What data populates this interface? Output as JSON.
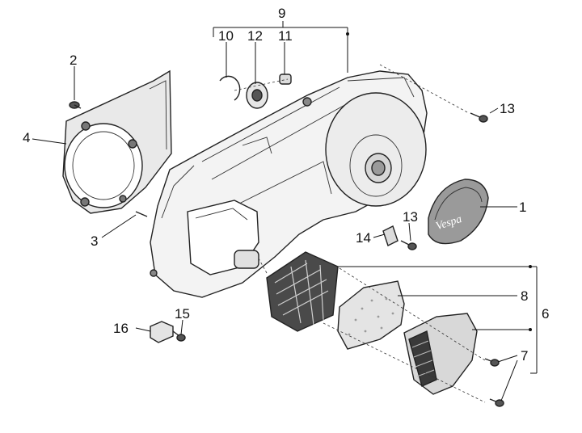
{
  "labels": {
    "l1": "1",
    "l2": "2",
    "l3": "3",
    "l4": "4",
    "l6": "6",
    "l7": "7",
    "l8": "8",
    "l9": "9",
    "l10": "10",
    "l11": "11",
    "l12": "12",
    "l13a": "13",
    "l13b": "13",
    "l14": "14",
    "l15": "15",
    "l16": "16"
  },
  "logo_text": "Vespa",
  "colors": {
    "line": "#111111",
    "part_fill": "#f2f2f2",
    "shade": "#6e6e6e",
    "dark": "#2b2b2b"
  }
}
